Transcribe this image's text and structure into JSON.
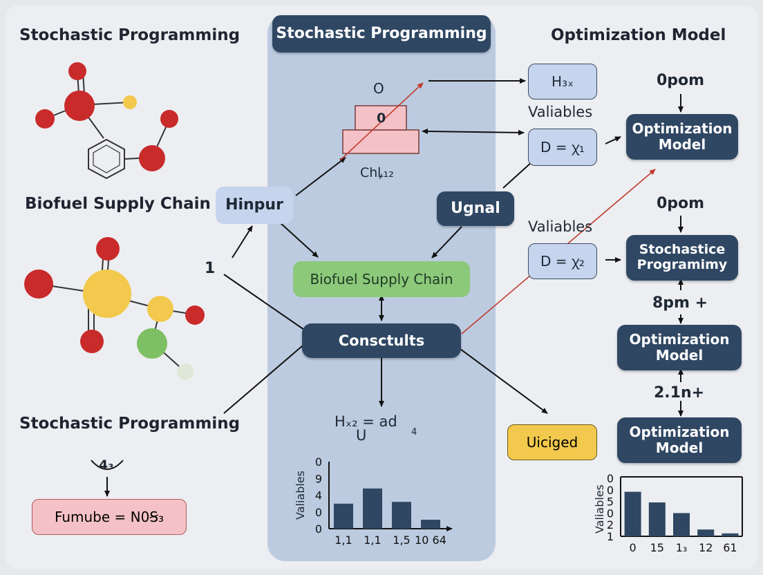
{
  "left": {
    "title_top": "Stochastic Programming",
    "title_mid": "Biofuel Supply Chain",
    "title_bottom": "Stochastic Programming",
    "number_one": "1",
    "small_label": "4₃",
    "formula_box": "Fumube = N0Ꞩ₃"
  },
  "center": {
    "header": "Stochastic Programming",
    "stack_top_label": "O",
    "stack_mid_label": "0",
    "stack_bottom_label": "Chꝲ₁₂",
    "hinpur": "Hinpur",
    "ugnal": "Ugnal",
    "biofuel_box": "Biofuel Supply Chain",
    "consctults": "Consctults",
    "formula_main": "Hₓ₂ = ad",
    "formula_under": "U",
    "formula_sub": "4"
  },
  "right": {
    "title": "Optimization Model",
    "h_box": "H₃ₓ",
    "valiables_1": "Valiables",
    "d_box_1": "D = ꭓ₁",
    "valiables_2": "Valiables",
    "d_box_2": "D = ꭓ₂",
    "opom_1": "0pom",
    "opt_model_1": "Optimization Model",
    "opom_2": "0pom",
    "stoch_box": "Stochastice Programimy",
    "pm_label": "8pm +",
    "opt_model_2": "Optimization Model",
    "n_label": "2.1n+",
    "opt_model_3": "Optimization Model",
    "uiciged": "Uiciged"
  },
  "colors": {
    "dark_node": "#2f4763",
    "light_node": "#c7d4ee",
    "green_node": "#8cc97a",
    "yellow_node": "#f2c94c",
    "pink_box": "#f4c2c6",
    "panel": "#bccbe0",
    "red_arrow": "#c0392b",
    "atom_red": "#c92a2a",
    "atom_yellow": "#f2c94c",
    "atom_green": "#7dbf63",
    "atom_pale": "#dfe8d8"
  },
  "chart_data": [
    {
      "type": "bar",
      "ylabel": "Valiables",
      "xlabel": "",
      "categories": [
        "1,1",
        "1,1",
        "1,5",
        "10 64"
      ],
      "values": [
        2.8,
        4.5,
        3.0,
        1.0
      ],
      "ytick_labels": [
        "0",
        "0",
        "4",
        "9",
        "0"
      ],
      "ylim": [
        0,
        7.5
      ]
    },
    {
      "type": "bar",
      "ylabel": "Valiables",
      "xlabel": "",
      "categories": [
        "0",
        "15",
        "1₃",
        "12",
        "61"
      ],
      "values": [
        4.6,
        3.5,
        2.4,
        0.7,
        0.3
      ],
      "ytick_labels": [
        "1",
        "2",
        "0",
        "5",
        "0",
        "0"
      ],
      "ylim": [
        0,
        6
      ]
    }
  ]
}
